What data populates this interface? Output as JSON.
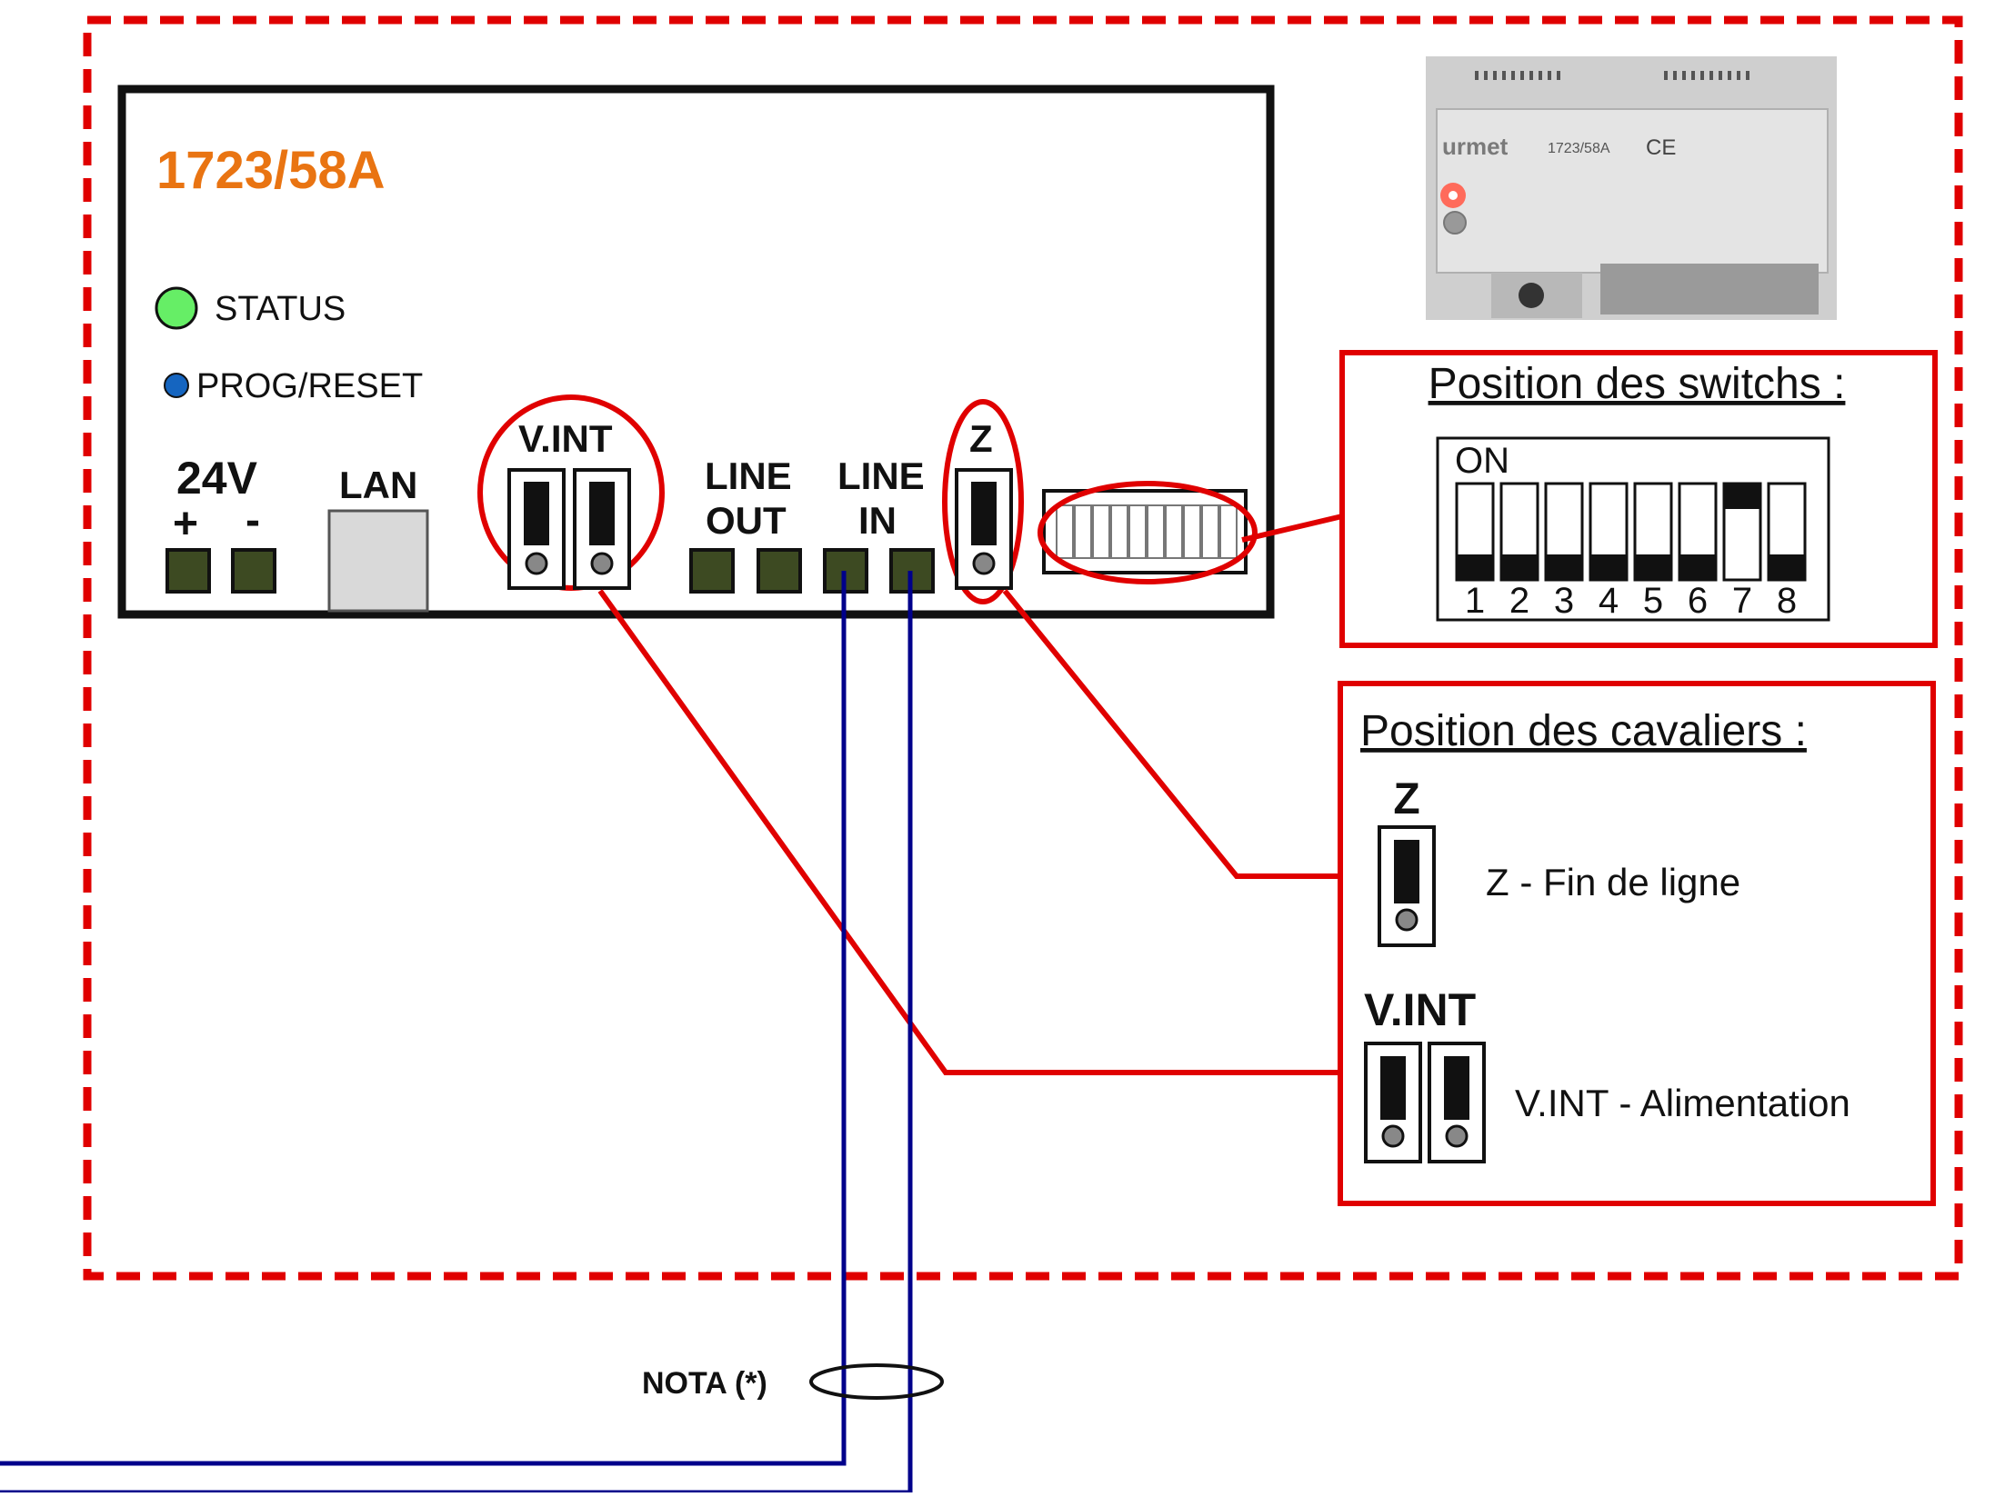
{
  "header": {
    "title": "",
    "title_orange": ""
  },
  "module": {
    "model": "1723/58A",
    "status_label": "STATUS",
    "prog_label": "PROG/RESET",
    "power_label": "24V",
    "plus": "+",
    "minus": "-",
    "lan_label": "LAN",
    "vint_label": "V.INT",
    "line_out_1": "LINE",
    "line_out_2": "OUT",
    "line_in_1": "LINE",
    "line_in_2": "IN",
    "z_label": "Z"
  },
  "photo": {
    "brand": "urmet",
    "model": "1723/58A",
    "ce": "CE"
  },
  "switches": {
    "title": "Position des switchs :",
    "on_label": "ON",
    "numbers": [
      "1",
      "2",
      "3",
      "4",
      "5",
      "6",
      "7",
      "8"
    ],
    "on_positions": [
      7
    ]
  },
  "jumpers": {
    "title": "Position des cavaliers :",
    "z_heading": "Z",
    "z_desc": "Z - Fin de ligne",
    "vint_heading": "V.INT",
    "vint_desc": "V.INT - Alimentation"
  },
  "nota": "NOTA (*)",
  "colors": {
    "red": "#e00000",
    "orange": "#e97412",
    "blue": "#00008b",
    "green_led": "#66ee66",
    "blue_led": "#1565c0",
    "terminal": "#3d4a22"
  }
}
